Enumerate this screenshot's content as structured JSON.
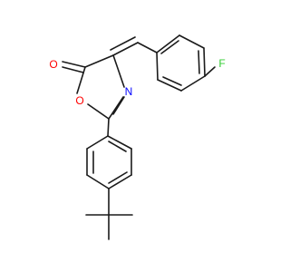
{
  "molecule": {
    "atoms": {
      "carbonyl_oxygen": {
        "symbol": "O",
        "color": "#ff0000"
      },
      "ring_oxygen": {
        "symbol": "O",
        "color": "#ff0000"
      },
      "ring_nitrogen": {
        "symbol": "N",
        "color": "#0000ff"
      },
      "fluorine": {
        "symbol": "F",
        "color": "#32cd32"
      }
    },
    "bond_color": "#1a1a1a"
  }
}
